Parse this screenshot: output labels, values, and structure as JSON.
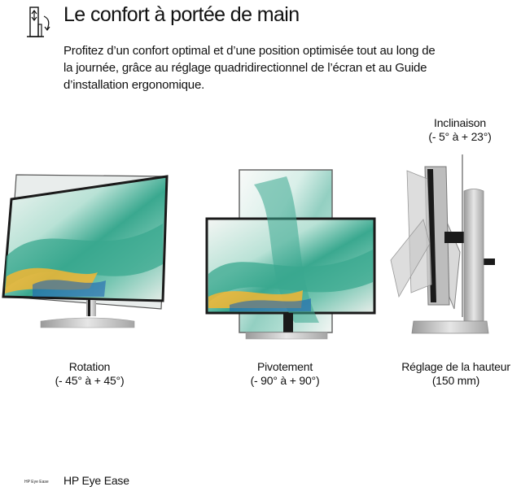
{
  "header": {
    "icon": "ergonomic-adjust-icon",
    "title": "Le confort à portée de main",
    "intro": "Profitez d’un confort optimal et d’une position optimisée tout au long de la journée, grâce au réglage quadridirectionnel de l’écran et au Guide d’installation ergonomique."
  },
  "features": [
    {
      "label": "Rotation",
      "range": "(- 45° à + 45°)"
    },
    {
      "label": "Pivotement",
      "range": "(- 90° à + 90°)"
    },
    {
      "label": "Réglage de la hauteur",
      "range": "(150 mm)"
    }
  ],
  "tilt": {
    "label": "Inclinaison",
    "range": "(- 5° à + 23°)"
  },
  "footer": {
    "small_label": "HP Eye Ease",
    "brand": "HP Eye Ease"
  },
  "colors": {
    "text": "#111111",
    "teal": "#3aa88f",
    "yellow": "#f2b632",
    "blue": "#1e63b4",
    "silver": "#c8c8c8",
    "bezel": "#1a1a1a"
  }
}
